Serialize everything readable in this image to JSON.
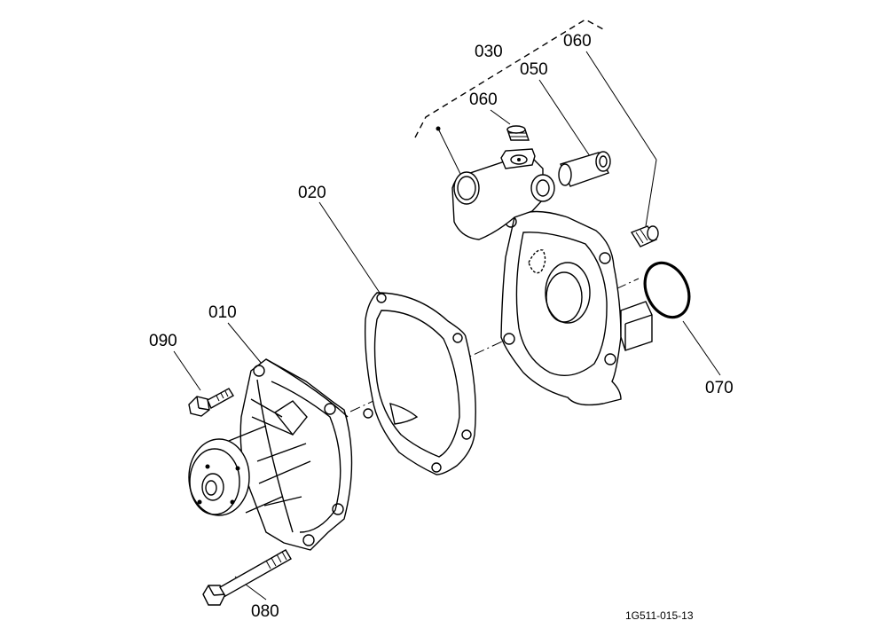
{
  "labels": {
    "p010": "010",
    "p020": "020",
    "p030": "030",
    "p050": "050",
    "p060a": "060",
    "p060b": "060",
    "p070": "070",
    "p080": "080",
    "p090": "090"
  },
  "reference": "1G511-015-13"
}
